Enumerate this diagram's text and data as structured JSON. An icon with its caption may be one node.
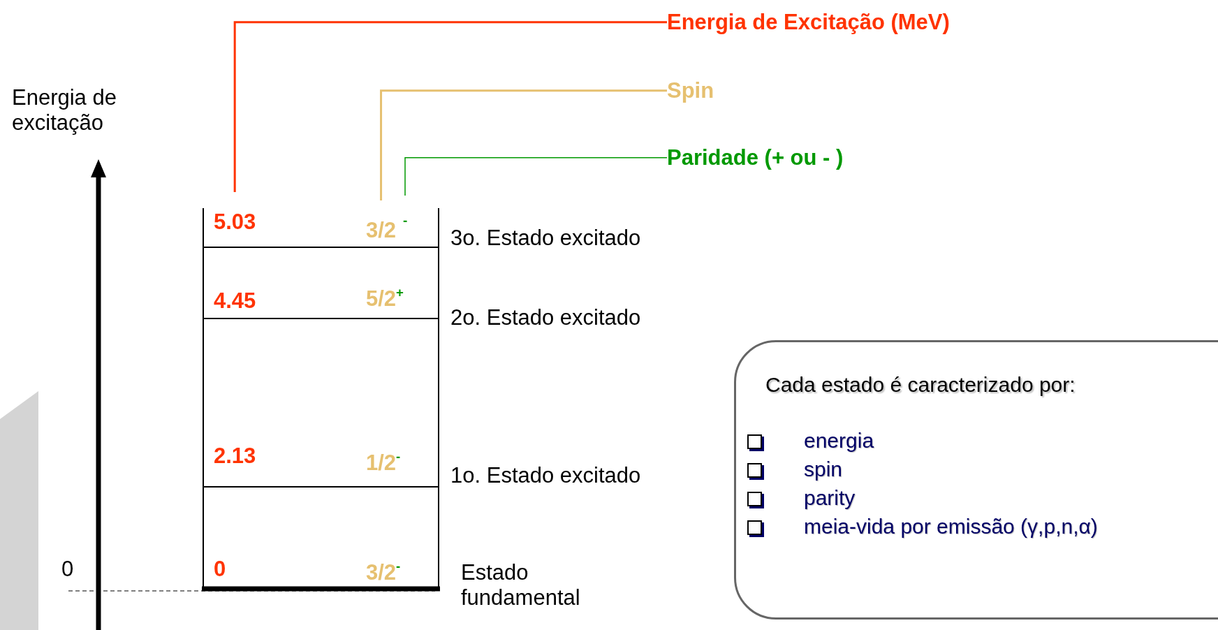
{
  "diagram": {
    "nodes": [
      {
        "text": [
          "Energia de Excitação (MeV)"
        ]
      },
      {
        "text": [
          "Spin"
        ]
      },
      {
        "text": [
          "Paridade (+ ou - )"
        ]
      },
      {
        "text": [
          "5.03"
        ]
      },
      {
        "text": [
          "3/2"
        ]
      },
      {
        "text": [
          "-"
        ]
      },
      {
        "text": [
          "Cada estado é caracterizado por:",
          "energia",
          "spin",
          "parity",
          "meia-vida por emissão (γ,p,n,α)"
        ]
      }
    ],
    "edges": [
      {
        "from": 0,
        "to": 3,
        "arrow": "none",
        "color": "#ff3300"
      },
      {
        "from": 1,
        "to": 4,
        "arrow": "none",
        "color": "#e6c070"
      },
      {
        "from": 2,
        "to": 5,
        "arrow": "none",
        "color": "#009900"
      }
    ],
    "labels": [
      "Energia de excitação",
      "3o. Estado excitado",
      "4.45",
      "5/2$^{+}$",
      "2o. Estado excitado",
      "2.13",
      "1/2$^{-}$",
      "1o. Estado excitado",
      "0",
      "0",
      "3/2$^{-}$",
      "Estado fundamental"
    ]
  }
}
